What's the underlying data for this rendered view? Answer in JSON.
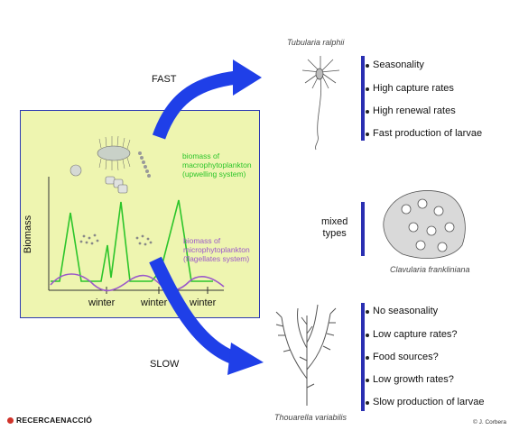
{
  "fast_label": "FAST",
  "slow_label": "SLOW",
  "fast_species": "Tubularia ralphii",
  "fast_traits": [
    "Seasonality",
    "High capture rates",
    "High renewal rates",
    "Fast production of larvae"
  ],
  "mixed_label": "mixed\ntypes",
  "mixed_species": "Clavularia frankliniana",
  "slow_species": "Thouarella variabilis",
  "slow_traits": [
    "No seasonality",
    "Low capture rates?",
    "Food sources?",
    "Low growth rates?",
    "Slow production of larvae"
  ],
  "graph": {
    "ylabel": "Biomass",
    "xlabels": [
      "winter",
      "winter",
      "winter"
    ],
    "macro_label": "biomass of\nmacrophytoplankton\n(upwelling system)",
    "micro_label": "biomass of\nmicrophytoplankton\n(flagellates system)"
  },
  "footer_logo": "RECERCAENACCIÓ",
  "credit": "© J. Corbera",
  "colors": {
    "arrow": "#1f3fe8",
    "panel_bg": "#eef5b0",
    "macro_line": "#2cc52a",
    "micro_line": "#9b59c9",
    "bar": "#2a2fb2"
  }
}
